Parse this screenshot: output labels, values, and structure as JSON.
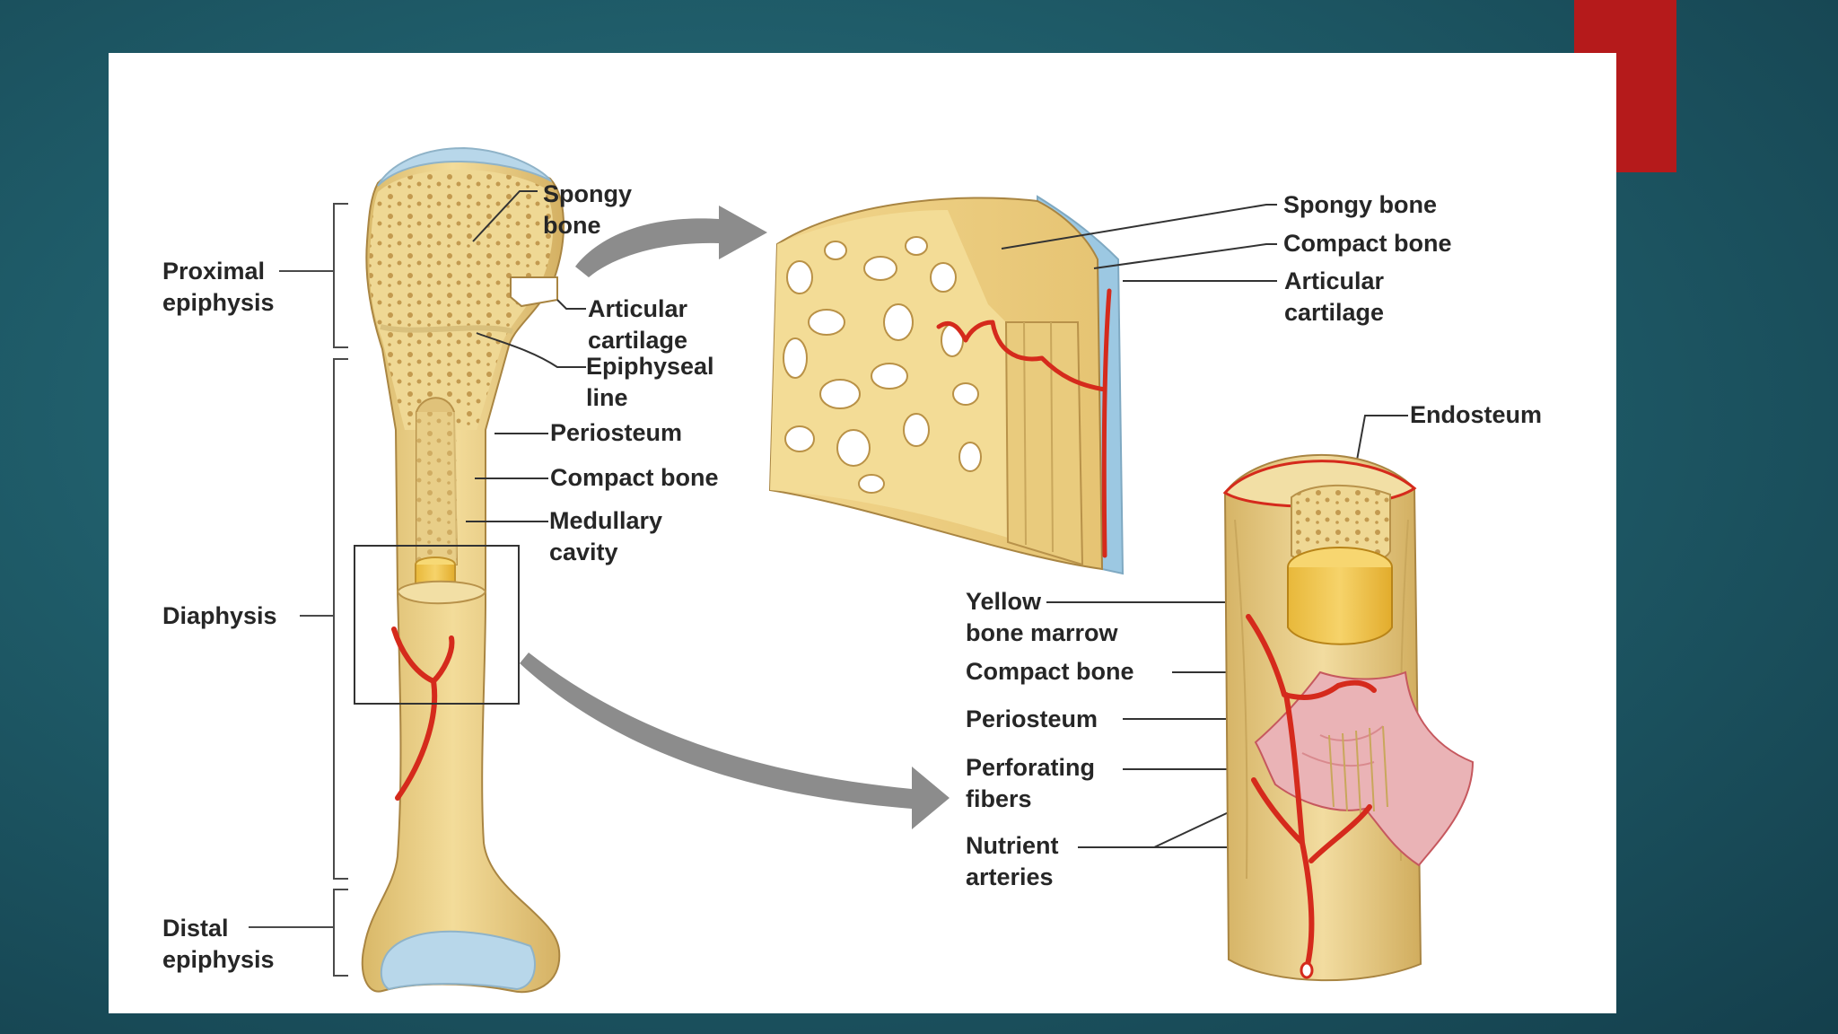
{
  "colors": {
    "accent": "#b51a1b",
    "background": "#1f5c69",
    "bone": "#ecd28c",
    "bone_dark": "#c9a75c",
    "cartilage": "#b8d7ea",
    "artery": "#d52a1c",
    "periosteum": "#e7a3a6",
    "arrow": "#8c8c8c"
  },
  "labels": {
    "proximal_epiphysis": "Proximal\nepiphysis",
    "diaphysis": "Diaphysis",
    "distal_epiphysis": "Distal\nepiphysis",
    "spongy_bone_left": "Spongy\nbone",
    "articular_cartilage_left": "Articular\ncartilage",
    "epiphyseal_line": "Epiphyseal\nline",
    "periosteum_left": "Periosteum",
    "compact_bone_left": "Compact bone",
    "medullary_cavity": "Medullary\ncavity",
    "spongy_bone_right": "Spongy bone",
    "compact_bone_right": "Compact bone",
    "articular_cartilage_right": "Articular\ncartilage",
    "endosteum": "Endosteum",
    "yellow_bone_marrow": "Yellow\nbone marrow",
    "compact_bone_lower": "Compact bone",
    "periosteum_lower": "Periosteum",
    "perforating_fibers": "Perforating\nfibers",
    "nutrient_arteries": "Nutrient\narteries"
  }
}
